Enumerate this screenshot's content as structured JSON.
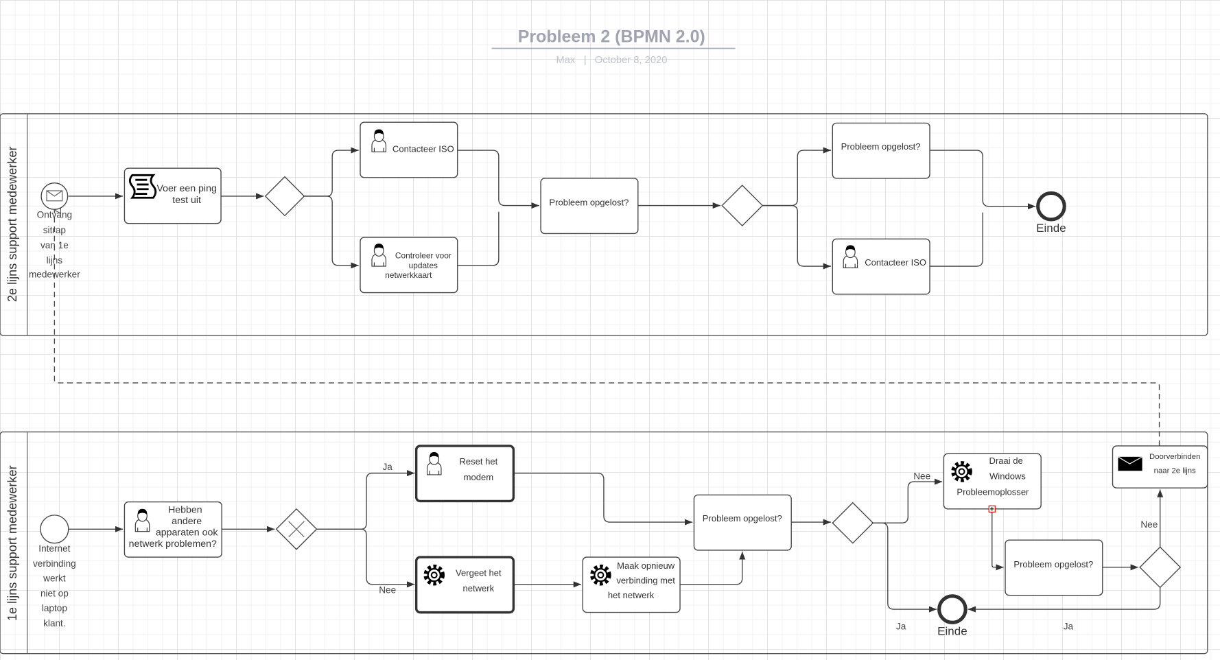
{
  "header": {
    "title": "Probleem 2 (BPMN 2.0)",
    "author": "Max",
    "separator": "|",
    "date": "October 8, 2020"
  },
  "colors": {
    "title": "#a0a4b0",
    "subtitle": "#c0c4cc",
    "stroke": "#444444",
    "marker": "#e00000"
  },
  "pool_top": {
    "label": "2e lijns support medewerker",
    "start": {
      "icon": "envelope-icon",
      "lines": [
        "Ontvang",
        "sitrap",
        "van 1e",
        "lijns",
        "medewerker"
      ]
    },
    "task_ping": {
      "icon": "script-icon",
      "lines": [
        "Voer een ping",
        "test uit"
      ]
    },
    "task_iso1": {
      "icon": "user-icon",
      "lines": [
        "Contacteer ISO"
      ]
    },
    "task_updates": {
      "icon": "user-icon",
      "lines": [
        "Controleer voor",
        "updates",
        "netwerkkaart"
      ]
    },
    "task_check1": {
      "lines": [
        "Probleem opgelost?"
      ]
    },
    "task_check2": {
      "lines": [
        "Probleem opgelost?"
      ]
    },
    "task_iso2": {
      "icon": "user-icon",
      "lines": [
        "Contacteer ISO"
      ]
    },
    "end": {
      "label": "Einde"
    }
  },
  "pool_bottom": {
    "label": "1e lijns support medewerker",
    "start": {
      "lines": [
        "Internet",
        "verbinding",
        "werkt",
        "niet op",
        "laptop",
        "klant."
      ]
    },
    "task_devices": {
      "icon": "user-icon",
      "lines": [
        "Hebben",
        "andere",
        "apparaten ook",
        "netwerk problemen?"
      ]
    },
    "task_reset": {
      "icon": "user-icon",
      "lines": [
        "Reset het",
        "modem"
      ]
    },
    "task_forget": {
      "icon": "gear-icon",
      "lines": [
        "Vergeet het",
        "netwerk"
      ]
    },
    "task_reconnect": {
      "icon": "gear-icon",
      "lines": [
        "Maak opnieuw",
        "verbinding met",
        "het netwerk"
      ]
    },
    "task_check1": {
      "lines": [
        "Probleem opgelost?"
      ]
    },
    "task_troubleshoot": {
      "icon": "gear-icon",
      "lines": [
        "Draai de",
        "Windows",
        "Probleemoplosser"
      ]
    },
    "task_check2": {
      "lines": [
        "Probleem opgelost?"
      ]
    },
    "task_forward": {
      "icon": "envelope-filled-icon",
      "lines": [
        "Doorverbinden",
        "naar 2e lijns"
      ]
    },
    "end": {
      "label": "Einde"
    },
    "edge_labels": {
      "ja1": "Ja",
      "nee1": "Nee",
      "nee2": "Nee",
      "ja2": "Ja",
      "ja3": "Ja",
      "nee3": "Nee"
    }
  }
}
